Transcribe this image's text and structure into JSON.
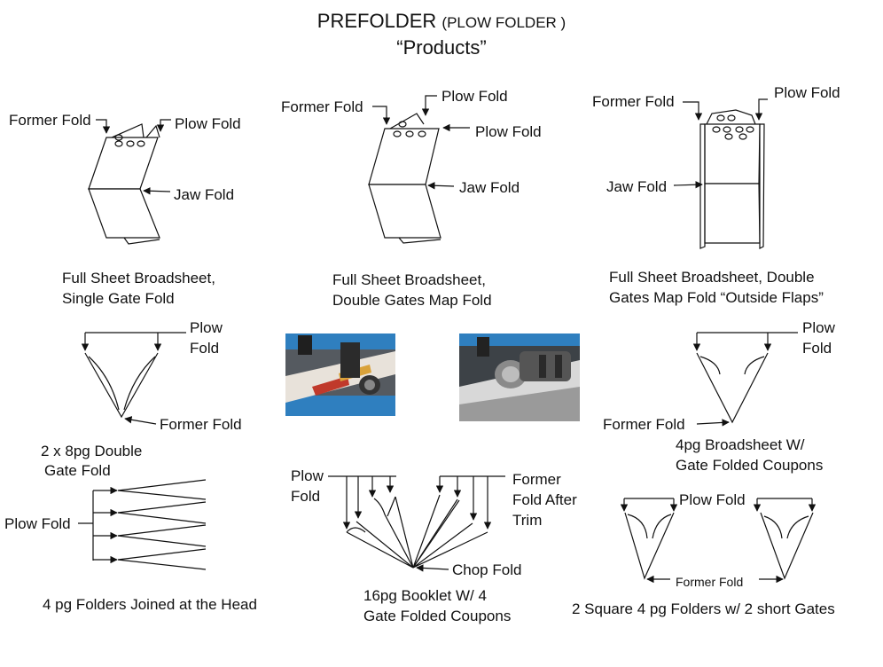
{
  "header": {
    "title_main": "PREFOLDER",
    "title_paren": "(PLOW FOLDER )",
    "subtitle": "“Products”"
  },
  "products": [
    {
      "id": "p1",
      "caption_line1": "Full Sheet Broadsheet,",
      "caption_line2": "Single Gate Fold",
      "labels": {
        "former": "Former Fold",
        "plow": "Plow Fold",
        "jaw": "Jaw Fold"
      }
    },
    {
      "id": "p2",
      "caption_line1": "Full Sheet Broadsheet,",
      "caption_line2": "Double Gates Map Fold",
      "labels": {
        "former": "Former Fold",
        "plow_top": "Plow Fold",
        "plow_side": "Plow Fold",
        "jaw": "Jaw Fold"
      }
    },
    {
      "id": "p3",
      "caption_line1": "Full Sheet Broadsheet, Double",
      "caption_line2": "Gates Map Fold “Outside Flaps”",
      "labels": {
        "former": "Former Fold",
        "plow": "Plow Fold",
        "jaw": "Jaw Fold"
      }
    },
    {
      "id": "p4",
      "caption_line1": "2 x 8pg Double",
      "caption_line2": "Gate Fold",
      "labels": {
        "plow_line1": "Plow",
        "plow_line2": "Fold",
        "former": "Former Fold"
      }
    },
    {
      "id": "p5",
      "caption_line1": "4pg Broadsheet W/",
      "caption_line2": "Gate Folded Coupons",
      "labels": {
        "plow_line1": "Plow",
        "plow_line2": "Fold",
        "former": "Former Fold"
      }
    },
    {
      "id": "p6",
      "caption_line1": "4 pg Folders Joined at the Head",
      "labels": {
        "plow": "Plow Fold"
      }
    },
    {
      "id": "p7",
      "caption_line1": "16pg Booklet W/ 4",
      "caption_line2": "Gate Folded Coupons",
      "labels": {
        "plow_line1": "Plow",
        "plow_line2": "Fold",
        "former_line1": "Former",
        "former_line2": "Fold After",
        "former_line3": "Trim",
        "chop": "Chop Fold"
      }
    },
    {
      "id": "p8",
      "caption_line1": "2 Square 4 pg Folders w/ 2 short Gates",
      "labels": {
        "plow": "Plow Fold",
        "former": "Former Fold"
      }
    }
  ],
  "colors": {
    "ink": "#111111",
    "photo_blue": "#2f7fbf",
    "photo_metal": "#8a8a8a"
  }
}
